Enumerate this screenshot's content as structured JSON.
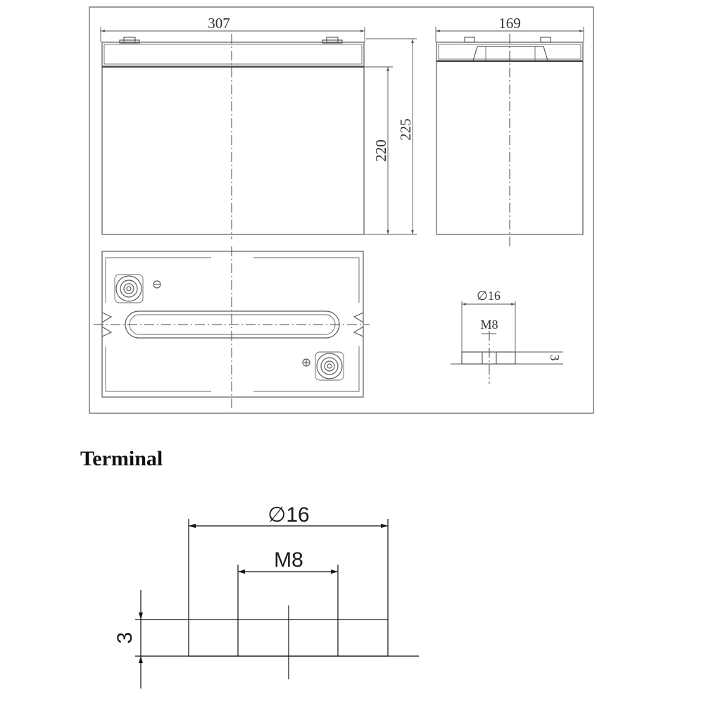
{
  "section_title": "Terminal",
  "dimensions": {
    "length": "307",
    "width": "169",
    "height_case": "220",
    "height_total": "225",
    "terminal_diameter": "∅16",
    "thread": "M8",
    "terminal_height": "3"
  },
  "colors": {
    "line": "#5a5a5a",
    "text": "#333333",
    "heading": "#111111"
  }
}
